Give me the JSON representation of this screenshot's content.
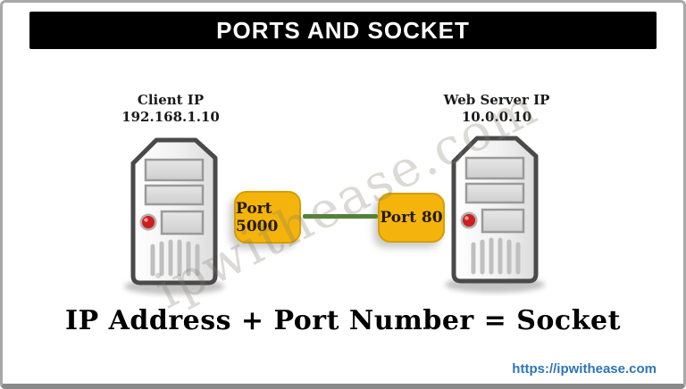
{
  "page": {
    "title": "PORTS AND SOCKET",
    "equation": "IP Address + Port Number = Socket",
    "watermark": "ipwithease.com",
    "footer_url": "https://ipwithease.com"
  },
  "client": {
    "label": "Client IP",
    "ip": "192.168.1.10",
    "port_label": "Port 5000"
  },
  "server": {
    "label": "Web Server IP",
    "ip": "10.0.0.10",
    "port_label": "Port 80"
  },
  "connector": {
    "type": "line",
    "color": "#538135"
  },
  "icons": {
    "client_tower": "server-tower-icon",
    "server_tower": "server-tower-icon"
  },
  "colors": {
    "banner_bg": "#000000",
    "banner_text": "#ffffff",
    "port_fill": "#f4b40b",
    "port_border": "#d59e00",
    "connector_green": "#538135",
    "url_blue": "#2e75b6",
    "frame_gray": "#a8a8a8"
  }
}
